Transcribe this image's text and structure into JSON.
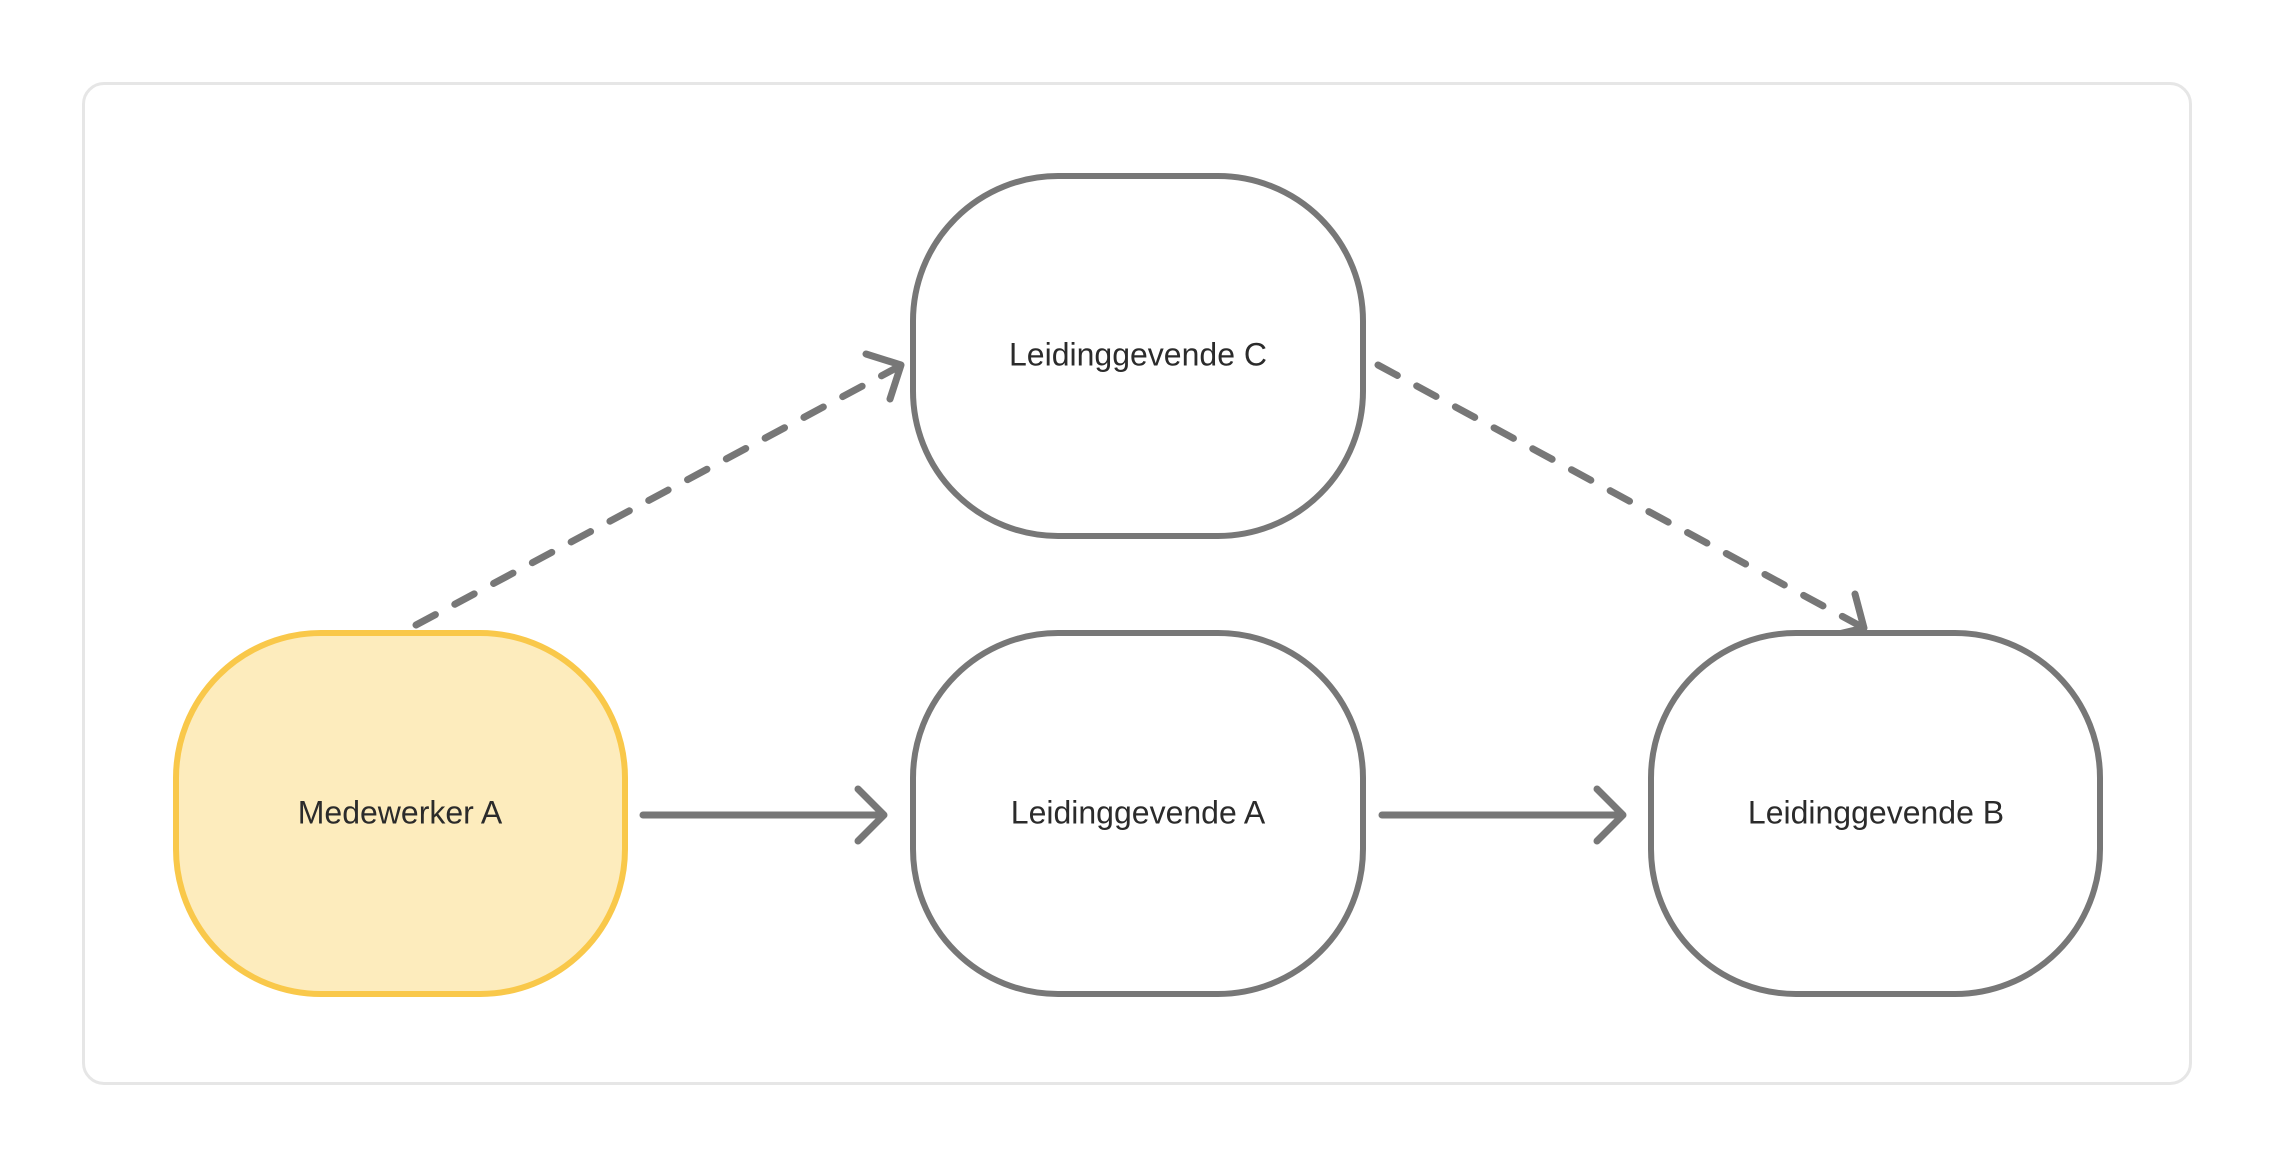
{
  "diagram": {
    "nodes": [
      {
        "id": "medewerker-a",
        "label": "Medewerker A",
        "highlighted": true
      },
      {
        "id": "leidinggevende-a",
        "label": "Leidinggevende A",
        "highlighted": false
      },
      {
        "id": "leidinggevende-b",
        "label": "Leidinggevende B",
        "highlighted": false
      },
      {
        "id": "leidinggevende-c",
        "label": "Leidinggevende C",
        "highlighted": false
      }
    ],
    "edges": [
      {
        "from": "medewerker-a",
        "to": "leidinggevende-a",
        "style": "solid"
      },
      {
        "from": "leidinggevende-a",
        "to": "leidinggevende-b",
        "style": "solid"
      },
      {
        "from": "medewerker-a",
        "to": "leidinggevende-c",
        "style": "dashed"
      },
      {
        "from": "leidinggevende-c",
        "to": "leidinggevende-b",
        "style": "dashed"
      }
    ],
    "colors": {
      "highlight_fill": "#FDECBD",
      "highlight_stroke": "#F9C84A",
      "node_fill": "#FFFFFF",
      "node_stroke": "#777777",
      "edge_stroke": "#777777",
      "frame_border": "#E6E6E6"
    }
  }
}
